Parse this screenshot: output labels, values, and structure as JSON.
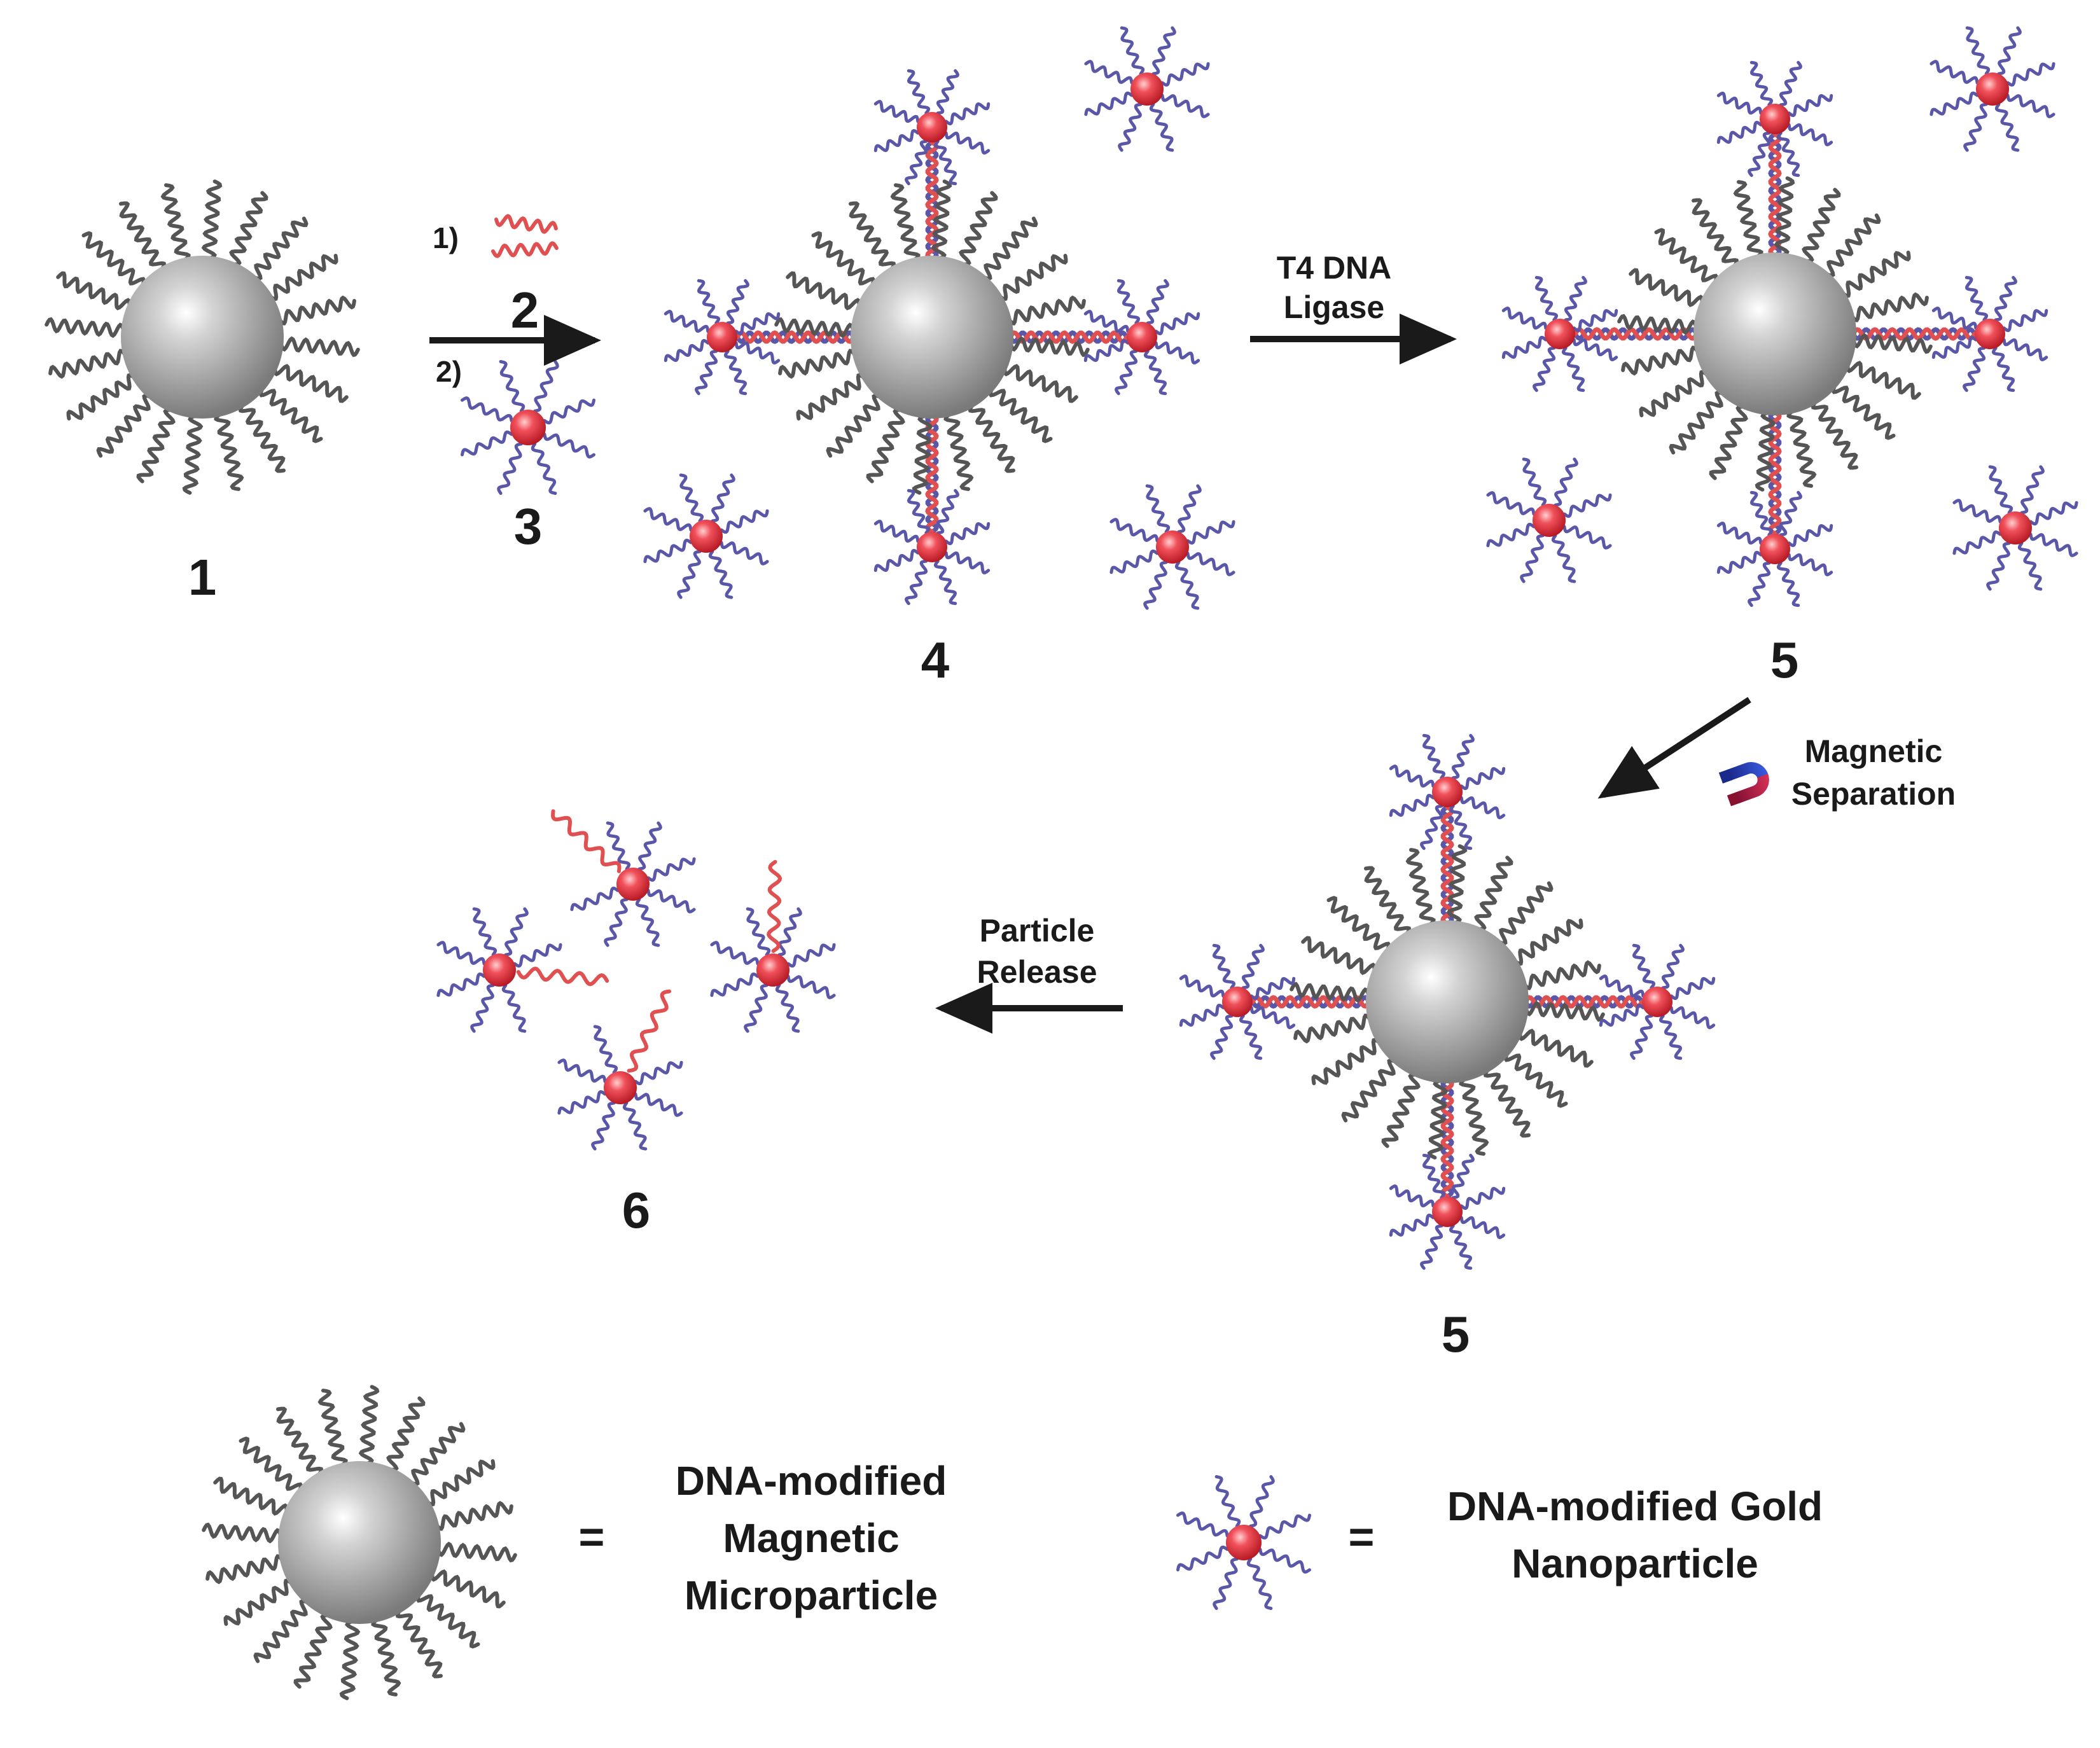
{
  "diagram": {
    "colors": {
      "background": "#ffffff",
      "micro_sphere": "#a8a8a8",
      "micro_strand": "#555555",
      "gold_core": "#e8323c",
      "gold_strand": "#5a56a8",
      "linker_strand": "#e05050",
      "arrow": "#1a1a1a",
      "text": "#1a1a1a"
    },
    "compounds": {
      "c1": "1",
      "c2": "2",
      "c3": "3",
      "c4": "4",
      "c5_top": "5",
      "c5_bottom": "5",
      "c6": "6"
    },
    "steps": {
      "step1": "1)",
      "step2": "2)",
      "ligase_line1": "T4 DNA",
      "ligase_line2": "Ligase",
      "magnetic_line1": "Magnetic",
      "magnetic_line2": "Separation",
      "release_line1": "Particle",
      "release_line2": "Release"
    },
    "legend": {
      "equals": "=",
      "micro_line1": "DNA-modified",
      "micro_line2": "Magnetic",
      "micro_line3": "Microparticle",
      "gold_line1": "DNA-modified Gold",
      "gold_line2": "Nanoparticle"
    },
    "icons": {
      "magnet": "magnet-icon",
      "microparticle": "magnetic-microparticle-icon",
      "nanoparticle": "gold-nanoparticle-icon"
    }
  }
}
